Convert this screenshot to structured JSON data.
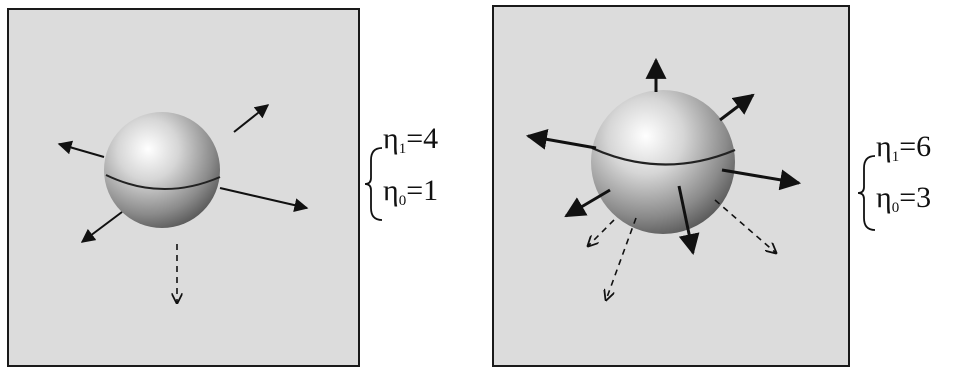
{
  "panels": [
    {
      "solid_arrows": 4,
      "dashed_arrows": 1,
      "eq1": {
        "symbol": "η",
        "sub": "1",
        "rhs": "=4"
      },
      "eq0": {
        "symbol": "η",
        "sub": "0",
        "rhs": "=1"
      }
    },
    {
      "solid_arrows": 6,
      "dashed_arrows": 3,
      "eq1": {
        "symbol": "η",
        "sub": "1",
        "rhs": "=6"
      },
      "eq0": {
        "symbol": "η",
        "sub": "0",
        "rhs": "=3"
      }
    }
  ],
  "colors": {
    "panel_bg": "#dcdcdc",
    "border": "#1a1a1a",
    "sphere_light": "#ffffff",
    "sphere_dark": "#505050",
    "arrow": "#111111"
  }
}
